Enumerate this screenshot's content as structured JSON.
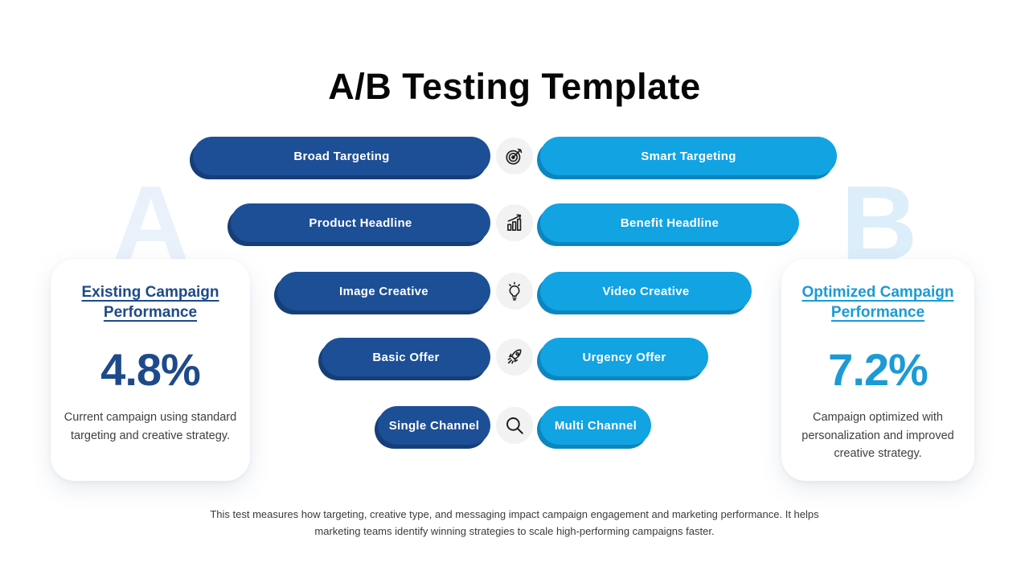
{
  "title": "A/B Testing Template",
  "watermarks": {
    "a": "A",
    "b": "B"
  },
  "rows": [
    {
      "left": "Broad Targeting",
      "right": "Smart Targeting",
      "icon": "target-icon"
    },
    {
      "left": "Product Headline",
      "right": "Benefit Headline",
      "icon": "growth-chart-icon"
    },
    {
      "left": "Image Creative",
      "right": "Video Creative",
      "icon": "lightbulb-icon"
    },
    {
      "left": "Basic Offer",
      "right": "Urgency Offer",
      "icon": "rocket-icon"
    },
    {
      "left": "Single Channel",
      "right": "Multi Channel",
      "icon": "magnifier-icon"
    }
  ],
  "cards": {
    "left": {
      "title": "Existing Campaign Performance",
      "value": "4.8%",
      "description": "Current campaign using standard targeting and creative strategy."
    },
    "right": {
      "title": "Optimized Campaign Performance",
      "value": "7.2%",
      "description": "Campaign optimized with personalization and improved creative strategy."
    }
  },
  "footer": {
    "line1": "This test measures how targeting, creative type, and messaging impact campaign engagement and marketing performance. It helps",
    "line2": "marketing teams identify winning strategies to scale high-performing campaigns faster."
  },
  "theme": {
    "dark_blue": "#1d4f96",
    "dark_blue_shadow": "#163e78",
    "light_blue": "#12a3e3",
    "light_blue_shadow": "#0c86bf",
    "navy_text": "#1d4a8a",
    "cyan_text": "#1a9bd6",
    "icon_circle": "#f2f2f2",
    "watermark_a": "#e9f1fb",
    "watermark_b": "#dceefa"
  }
}
